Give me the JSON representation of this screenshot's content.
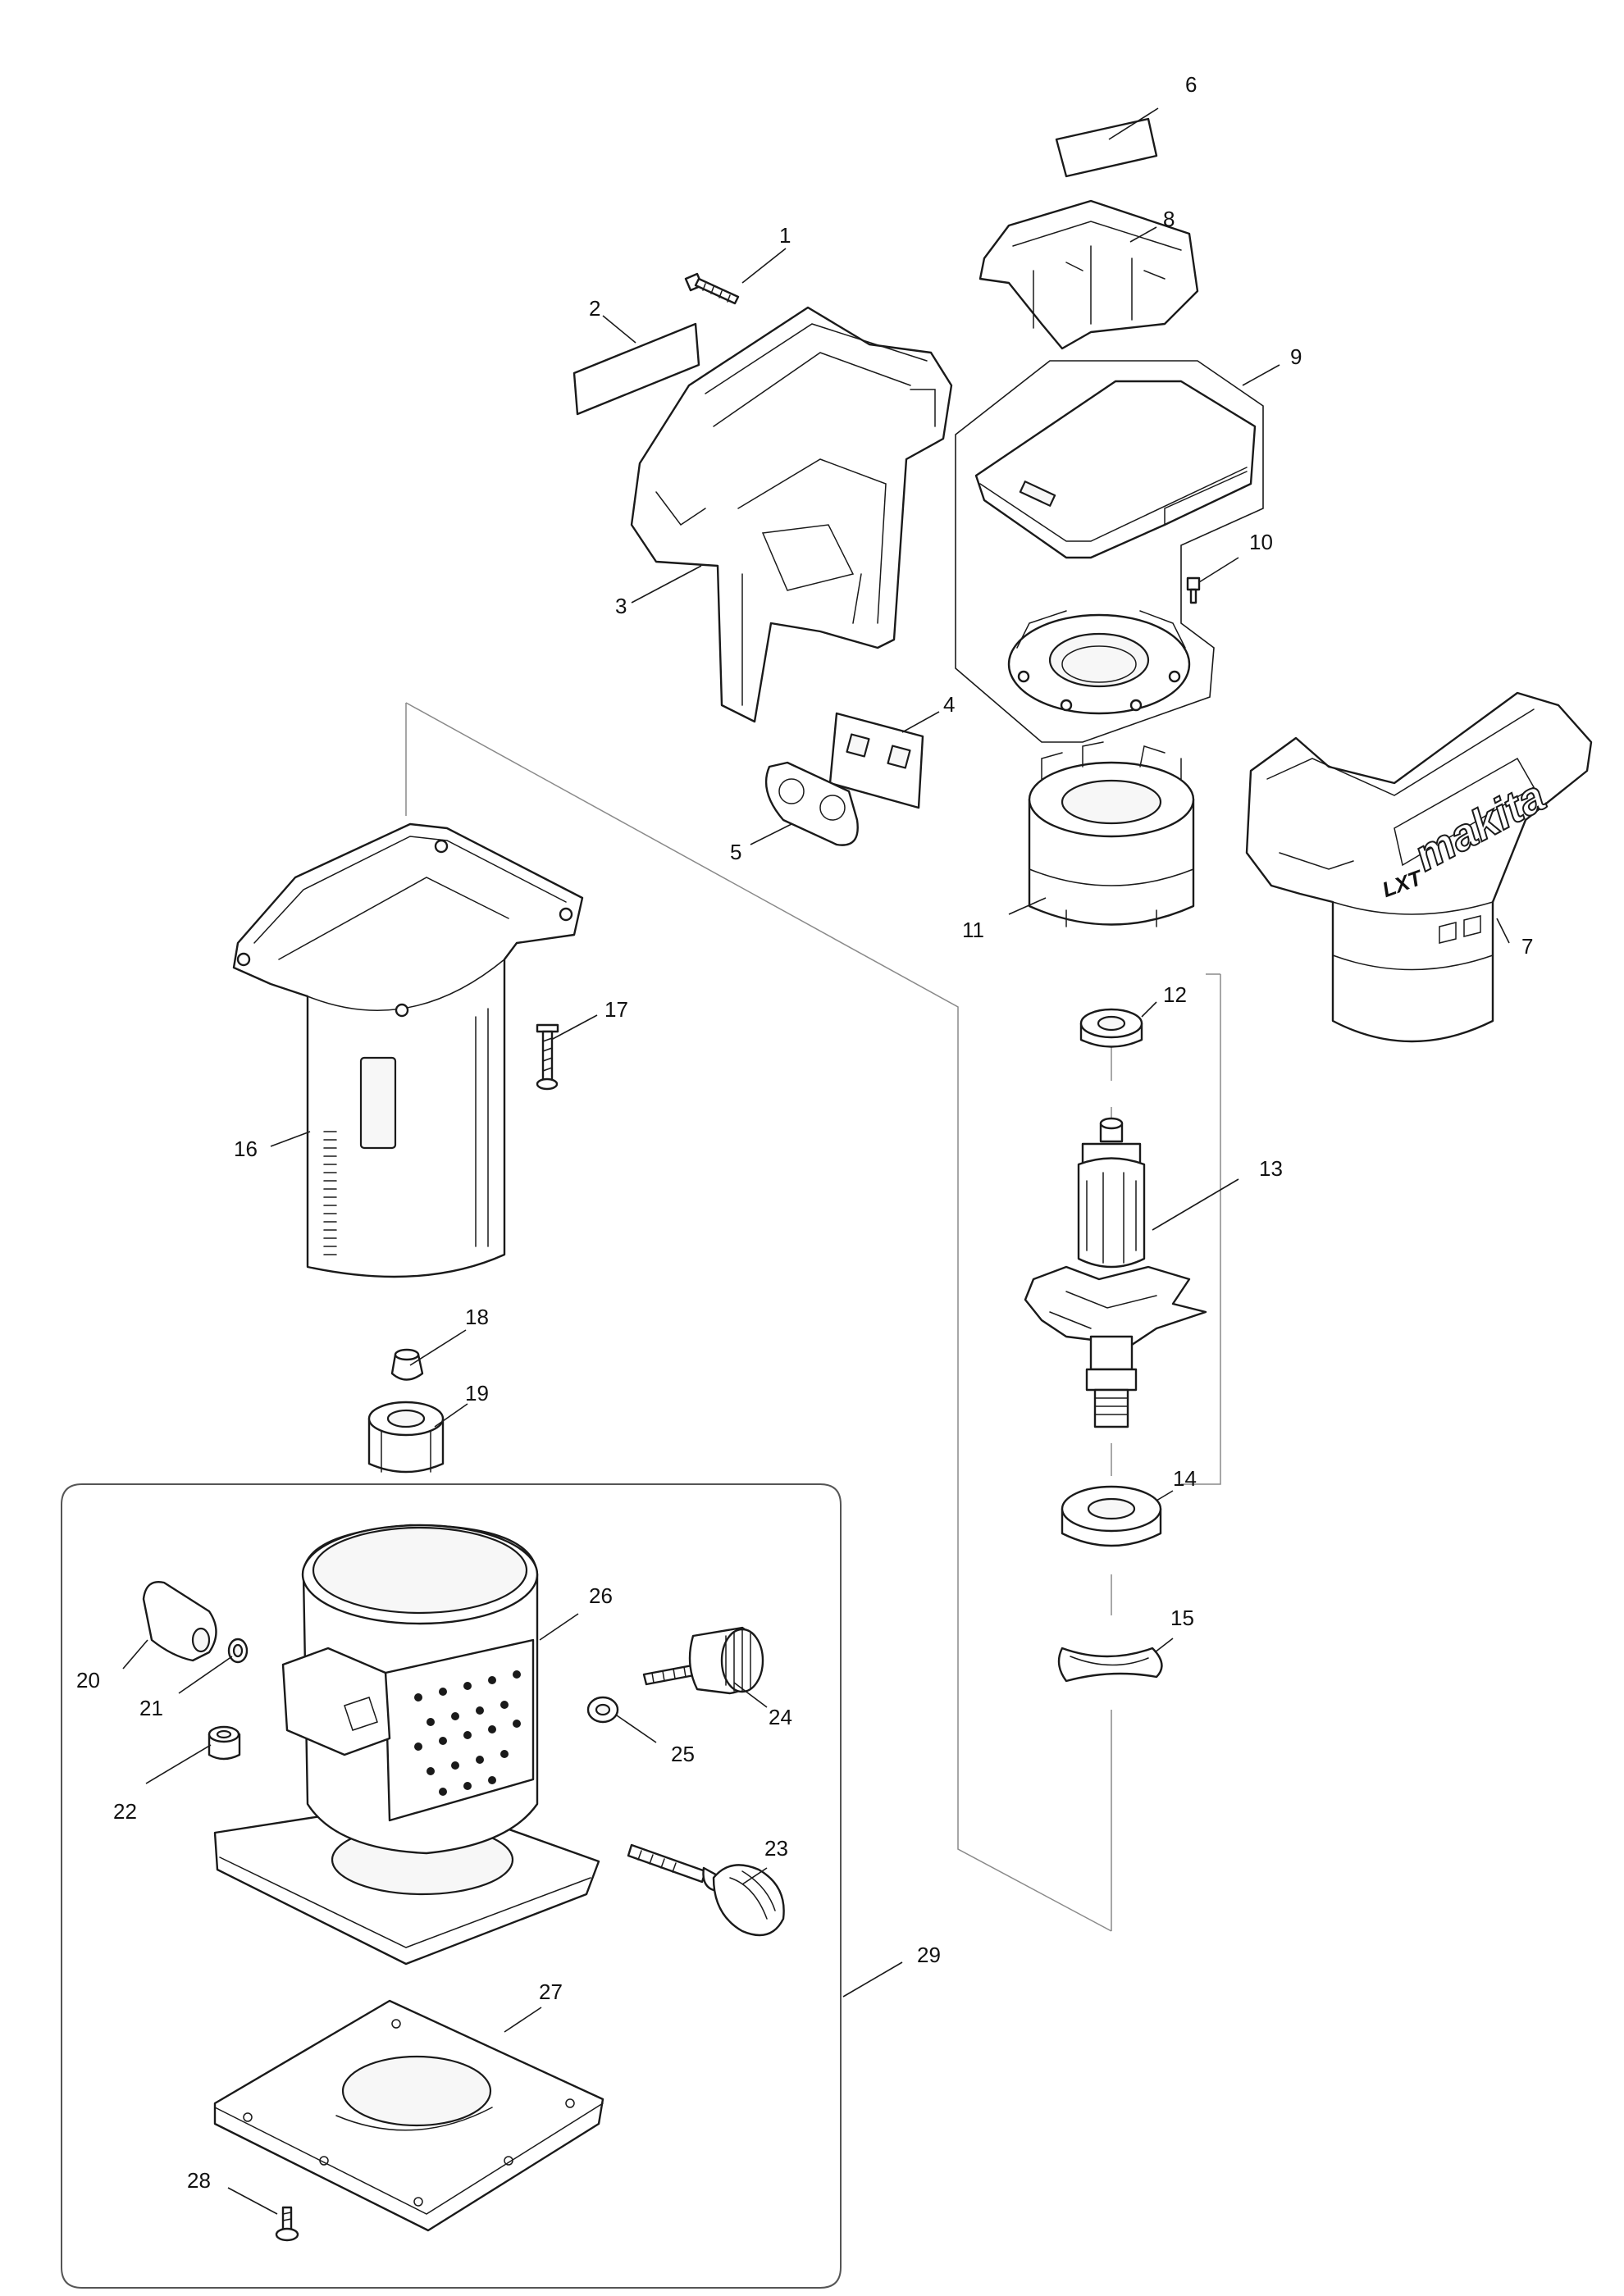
{
  "parts": [
    {
      "no": "1",
      "icon": "tapping-screw"
    },
    {
      "no": "2",
      "icon": "name-plate"
    },
    {
      "no": "3",
      "icon": "housing-half"
    },
    {
      "no": "4",
      "icon": "switch-plate"
    },
    {
      "no": "5",
      "icon": "switch-cover"
    },
    {
      "no": "6",
      "icon": "label"
    },
    {
      "no": "7",
      "icon": "housing-set"
    },
    {
      "no": "8",
      "icon": "battery-terminal"
    },
    {
      "no": "9",
      "icon": "controller-set"
    },
    {
      "no": "10",
      "icon": "screw"
    },
    {
      "no": "11",
      "icon": "stator"
    },
    {
      "no": "12",
      "icon": "ball-bearing"
    },
    {
      "no": "13",
      "icon": "rotor"
    },
    {
      "no": "14",
      "icon": "ball-bearing"
    },
    {
      "no": "15",
      "icon": "wave-washer"
    },
    {
      "no": "16",
      "icon": "motor-housing"
    },
    {
      "no": "17",
      "icon": "tapping-screw"
    },
    {
      "no": "18",
      "icon": "collet-cone"
    },
    {
      "no": "19",
      "icon": "lock-nut"
    },
    {
      "no": "20",
      "icon": "lever"
    },
    {
      "no": "21",
      "icon": "washer"
    },
    {
      "no": "22",
      "icon": "nut"
    },
    {
      "no": "23",
      "icon": "thumb-screw"
    },
    {
      "no": "24",
      "icon": "adjusting-screw"
    },
    {
      "no": "25",
      "icon": "washer"
    },
    {
      "no": "26",
      "icon": "base-body"
    },
    {
      "no": "27",
      "icon": "base-plate"
    },
    {
      "no": "28",
      "icon": "pan-head-screw"
    },
    {
      "no": "29",
      "icon": "trimmer-base-assembly"
    }
  ],
  "brand": {
    "logo_text": "makita",
    "badge_text": "LXT"
  }
}
